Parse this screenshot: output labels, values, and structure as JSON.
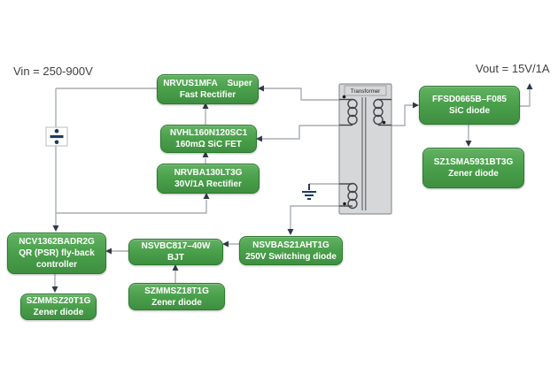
{
  "labels": {
    "vin": "Vin = 250-900V",
    "vout": "Vout = 15V/1A",
    "transformer": "Transformer"
  },
  "blocks": {
    "nrvus": {
      "line1": "NRVUS1MFA    Super",
      "line2": "Fast Rectifier"
    },
    "nvhl": {
      "line1": "NVHL160N120SC1",
      "line2": "160mΩ SiC FET"
    },
    "nrvba": {
      "line1": "NRVBA130LT3G",
      "line2": "30V/1A Rectifier"
    },
    "ffsd": {
      "line1": "FFSD0665B–F085",
      "line2": "SiC diode"
    },
    "sz1sma": {
      "line1": "SZ1SMA5931BT3G",
      "line2": "Zener diode"
    },
    "ncv": {
      "line1": "NCV1362BADR2G",
      "line2": "QR (PSR) fly-back",
      "line3": "controller"
    },
    "szmmsz20": {
      "line1": "SZMMSZ20T1G",
      "line2": "Zener diode"
    },
    "nsvbc": {
      "line1": "NSVBC817–40W",
      "line2": "BJT"
    },
    "szmmsz18": {
      "line1": "SZMMSZ18T1G",
      "line2": "Zener diode"
    },
    "nsvbas": {
      "line1": "NSVBAS21AHT1G",
      "line2": "250V Switching diode"
    }
  },
  "colors": {
    "block_green": "#4aa04b",
    "block_border": "#2b7a2e",
    "wire_gray": "#a8aeb4",
    "arrow_dark": "#2f3a46",
    "symbol_navy": "#1f3a5f",
    "transformer_fill": "#d6d7d8"
  },
  "icons": {
    "input_filter": "input-filter-icon",
    "ground": "ground-icon",
    "transformer": "transformer-symbol"
  }
}
